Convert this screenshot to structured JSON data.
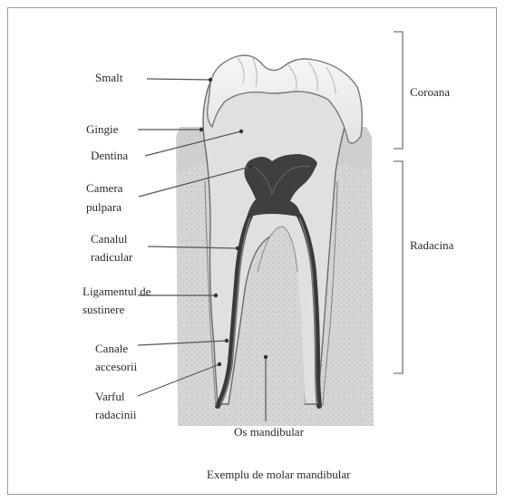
{
  "labels": {
    "smalt": "Smalt",
    "gingie": "Gingie",
    "dentina": "Dentina",
    "camera_line1": "Camera",
    "camera_line2": "pulpara",
    "canalul_line1": "Canalul",
    "canalul_line2": "radicular",
    "ligamentul_line1": "Ligamentul de",
    "ligamentul_line2": "sustinere",
    "canale_line1": "Canale",
    "canale_line2": "accesorii",
    "varful_line1": "Varful",
    "varful_line2": "radacinii",
    "os": "Os mandibular"
  },
  "regions": {
    "coroana": "Coroana",
    "radacina": "Radacina"
  },
  "caption": "Exemplu de molar mandibular"
}
